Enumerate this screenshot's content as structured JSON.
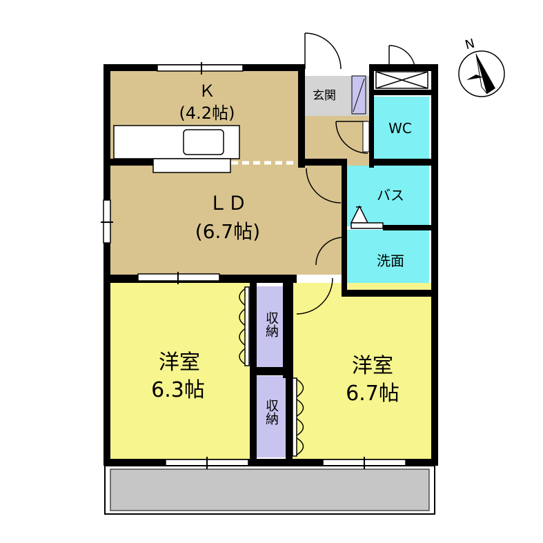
{
  "colors": {
    "kitchen_living": "#d9c48f",
    "western_room": "#f6f58e",
    "water_area": "#7ff0f3",
    "storage": "#c7c5ef",
    "entrance": "#d4d4d4",
    "balcony": "#c6c6c6",
    "wall": "#000000",
    "fixture": "#ffffff"
  },
  "rooms": {
    "kitchen": {
      "name": "Ｋ",
      "size": "(4.2帖)"
    },
    "living_dining": {
      "name": "ＬＤ",
      "size": "(6.7帖)"
    },
    "genkan": {
      "name": "玄関"
    },
    "wc": {
      "name": "WC"
    },
    "bath": {
      "name": "バス"
    },
    "washroom": {
      "name": "洗面"
    },
    "storage_upper": {
      "name": "収納"
    },
    "storage_lower": {
      "name": "収納"
    },
    "western_left": {
      "name": "洋室",
      "size": "6.3帖"
    },
    "western_right": {
      "name": "洋室",
      "size": "6.7帖"
    }
  },
  "compass": {
    "label": "N",
    "icon": "north-arrow-icon"
  }
}
